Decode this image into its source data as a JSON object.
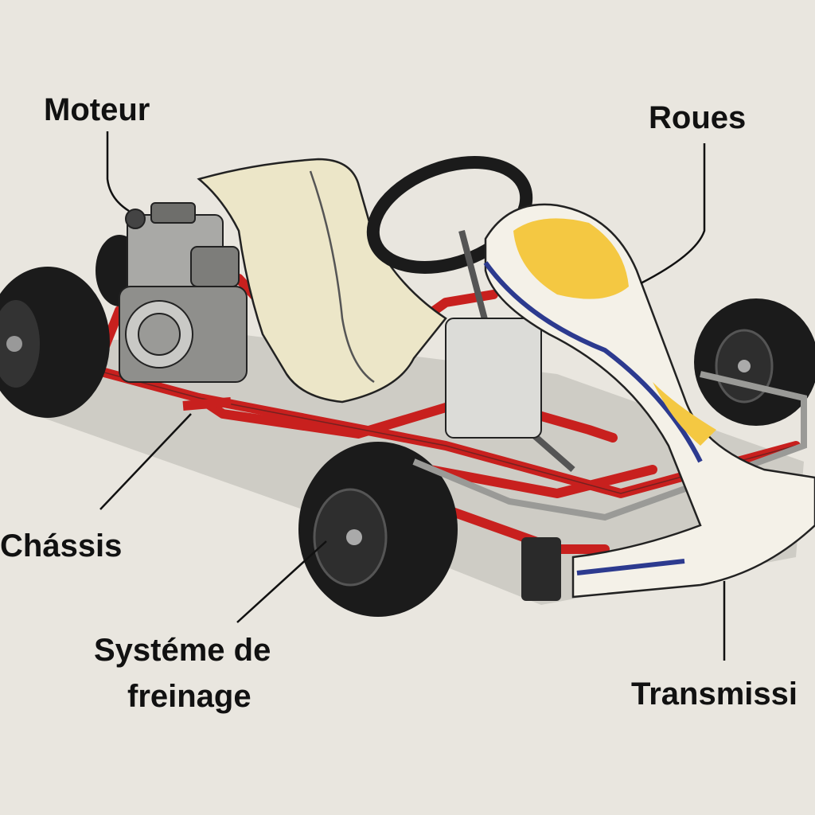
{
  "diagram": {
    "subject": "kart",
    "labels": {
      "engine": "Moteur",
      "wheels": "Roues",
      "chassis": "Chássis",
      "brakes_line1": "Systéme de",
      "brakes_line2": "freinage",
      "transmission": "Transmissi"
    },
    "colors": {
      "background": "#e9e6df",
      "frame": "#c8201e",
      "tire": "#1b1b1b",
      "seat": "#ece6c8",
      "body": "#f4f1e8",
      "accent_yellow": "#f4c842",
      "accent_blue": "#2c3a8f"
    }
  }
}
